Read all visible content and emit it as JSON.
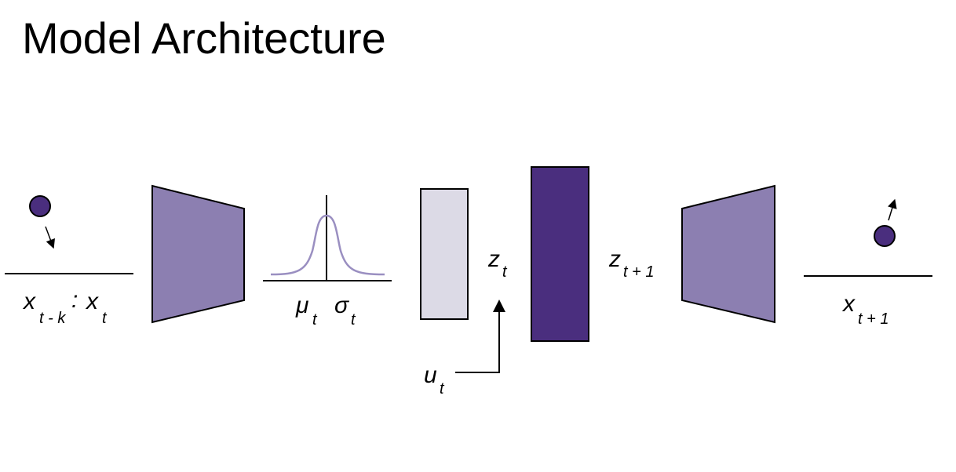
{
  "title": "Model Architecture",
  "labels": {
    "input_x": "x",
    "input_sub1": "t - k",
    "input_colon": ":",
    "input_x2": "x",
    "input_sub2": "t",
    "mu": "μ",
    "mu_sub": "t",
    "sigma": "σ",
    "sigma_sub": "t",
    "z": "z",
    "z_sub": "t",
    "z_next": "z",
    "z_next_sub": "t + 1",
    "u": "u",
    "u_sub": "t",
    "output_x": "x",
    "output_sub": "t + 1"
  },
  "colors": {
    "encoder_fill": "#8c7fb1",
    "latent_fill": "#dcdae6",
    "transition_fill": "#4a2e7e",
    "ball_fill": "#4a2e7e",
    "gaussian_stroke": "#9a8fc1",
    "outline": "#000000"
  }
}
